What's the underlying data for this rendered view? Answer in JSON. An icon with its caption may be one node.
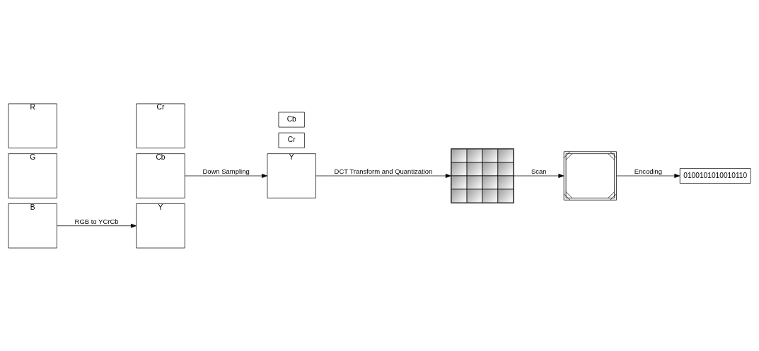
{
  "diagram": {
    "nodes": [
      {
        "text": [
          "B"
        ]
      },
      {
        "text": [
          "G"
        ]
      },
      {
        "text": [
          "R"
        ]
      },
      {
        "text": [
          "Cb"
        ]
      },
      {
        "text": [
          "Cr"
        ]
      },
      {
        "text": [
          "Y"
        ]
      },
      {
        "text": [
          "Y"
        ]
      },
      {
        "text": [
          "Cr"
        ]
      },
      {
        "text": [
          "Cb"
        ]
      },
      {
        "text": [],
        "shape": "picture"
      },
      {
        "text": [],
        "shape": "picture"
      },
      {
        "text": [
          "0100101010010110"
        ]
      }
    ],
    "edges": [
      {
        "from": 0,
        "to": 5,
        "arrow": "to",
        "label": "RGB to YCrCb"
      },
      {
        "from": 3,
        "to": 6,
        "arrow": "to",
        "label": "Down Sampling"
      },
      {
        "from": 6,
        "to": 9,
        "arrow": "to",
        "label": "DCT Transform and Quantization"
      },
      {
        "from": 9,
        "to": 10,
        "arrow": "to",
        "label": "Scan"
      },
      {
        "from": 10,
        "to": 11,
        "arrow": "to",
        "label": "Encoding"
      }
    ]
  }
}
